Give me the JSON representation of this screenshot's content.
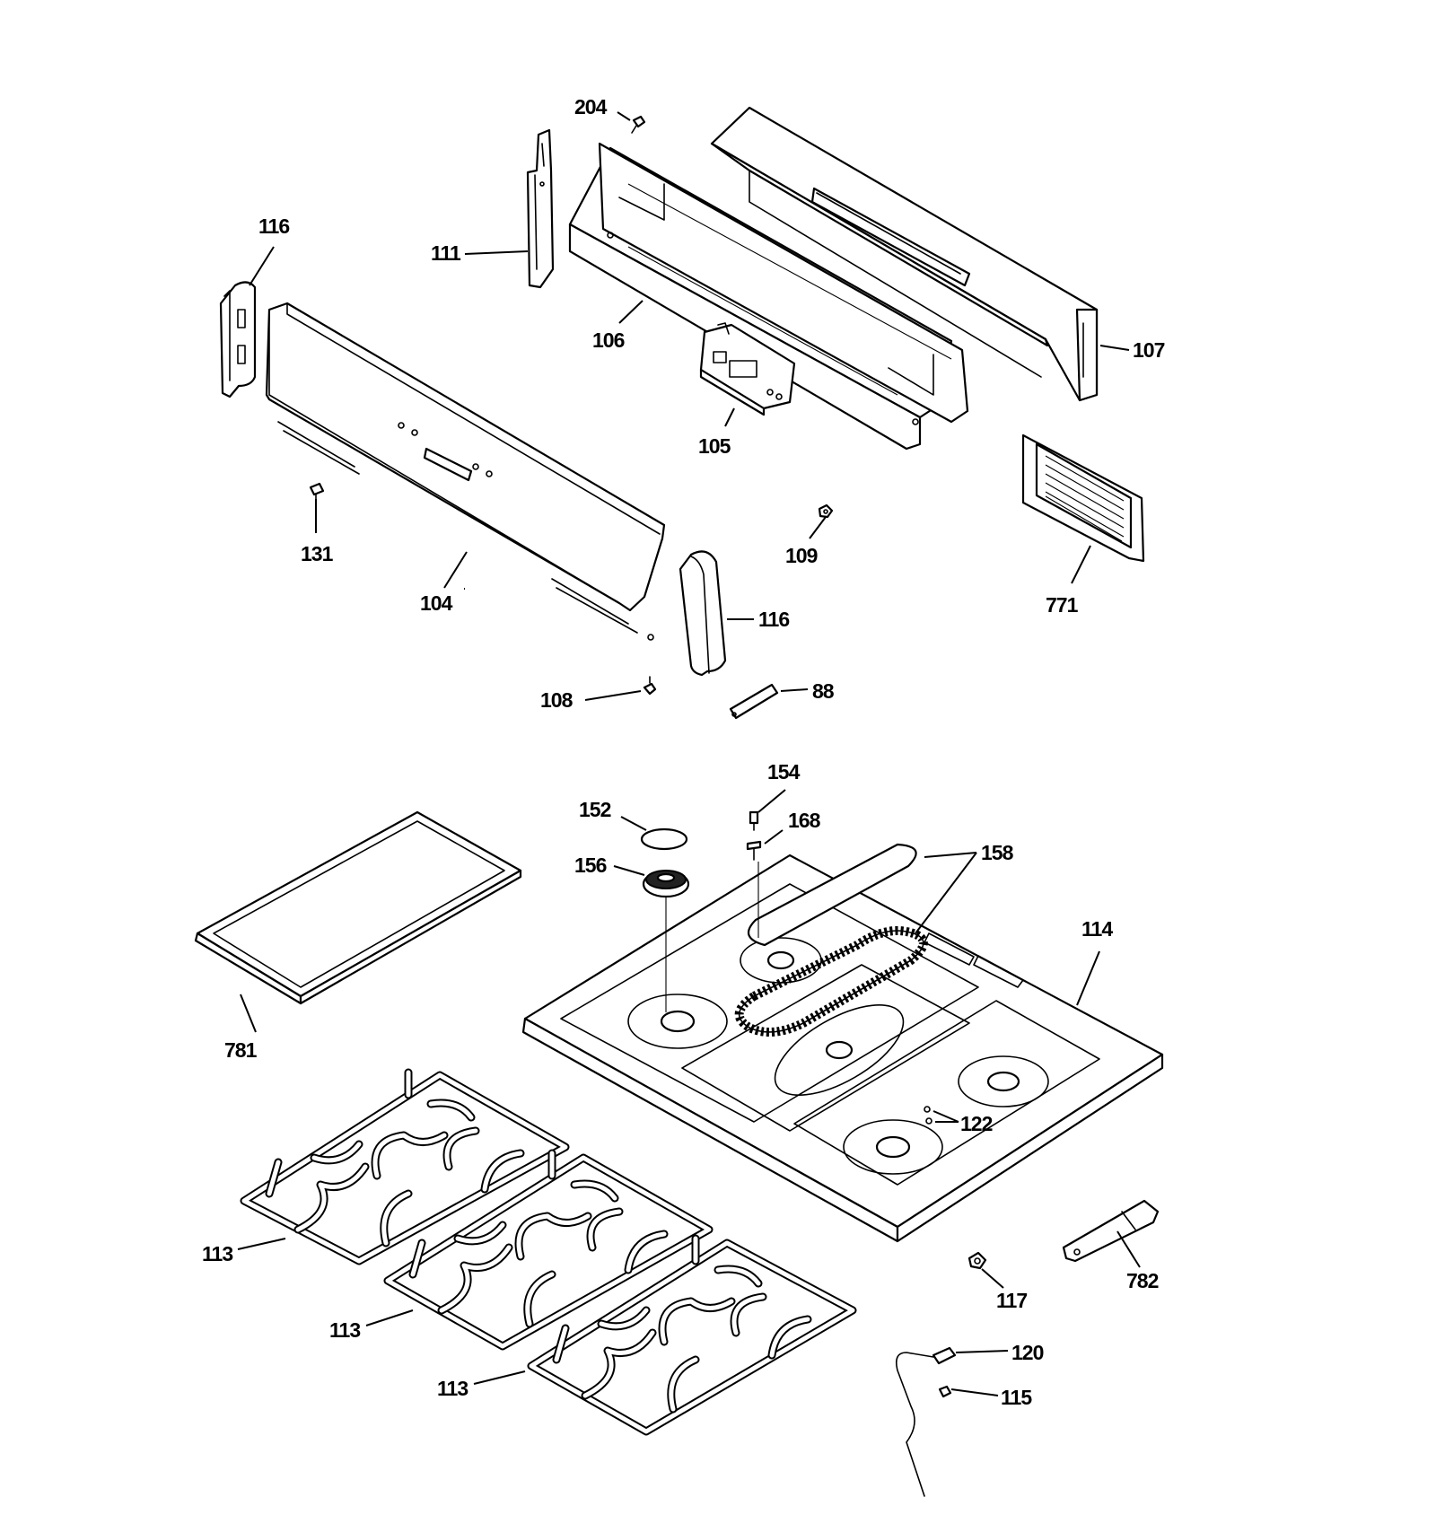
{
  "callouts": {
    "c204": "204",
    "c116a": "116",
    "c111": "111",
    "c106": "106",
    "c107": "107",
    "c105": "105",
    "c131": "131",
    "c104": "104",
    "c109": "109",
    "c771": "771",
    "c116b": "116",
    "c108": "108",
    "c88": "88",
    "c154": "154",
    "c152": "152",
    "c168": "168",
    "c156": "156",
    "c158": "158",
    "c114": "114",
    "c781": "781",
    "c122": "122",
    "c113a": "113",
    "c113b": "113",
    "c113c": "113",
    "c117": "117",
    "c782": "782",
    "c120": "120",
    "c115": "115"
  },
  "colors": {
    "line": "#000000",
    "background": "#ffffff"
  }
}
